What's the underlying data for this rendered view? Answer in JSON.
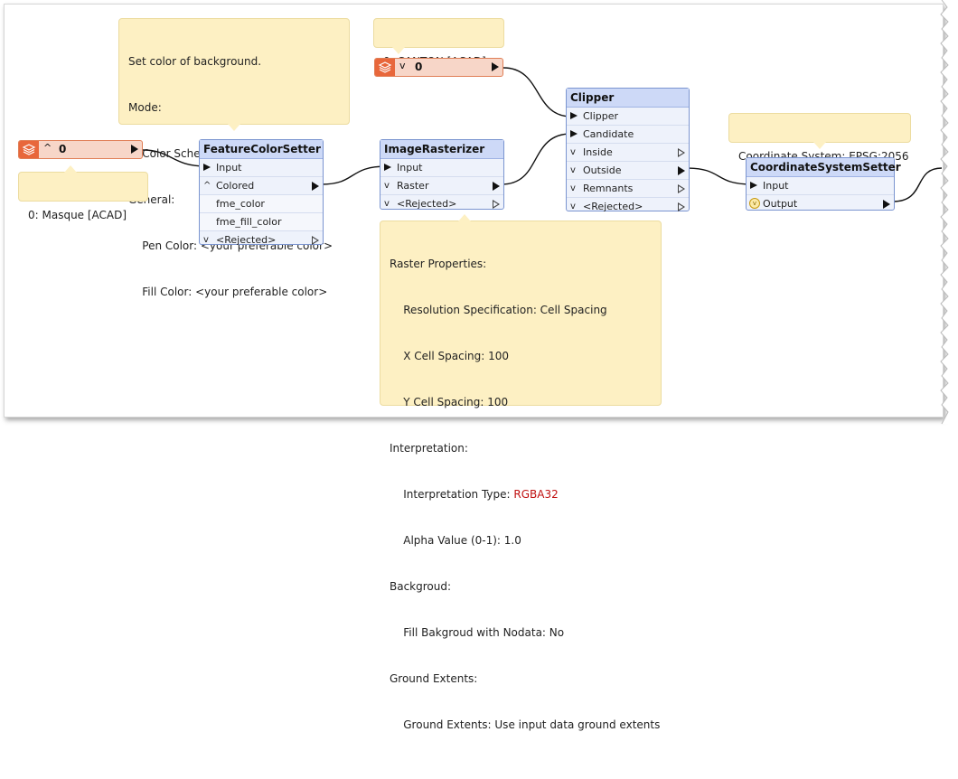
{
  "notes": {
    "color_note": [
      "Set color of background.",
      "Mode:",
      "    Color Scheme: Fixed",
      "General:",
      "    Pen Color: <your preferable color>",
      "    Fill Color: <your preferable color>"
    ],
    "canton_note": "0: CANTON [ACAD]",
    "masque_note": "0: Masque [ACAD]",
    "coord_note": "Coordinate System: EPSG:2056",
    "raster_note": {
      "lines_before": [
        "Raster Properties:",
        "    Resolution Specification: Cell Spacing",
        "    X Cell Spacing: 100",
        "    Y Cell Spacing: 100",
        "Interpretation:"
      ],
      "interp_label": "    Interpretation Type: ",
      "interp_value": "RGBA32",
      "lines_after": [
        "    Alpha Value (0-1): 1.0",
        "Backgroud:",
        "    Fill Bakgroud with Nodata: No",
        "Ground Extents:",
        "    Ground Extents: Use input data ground extents"
      ]
    }
  },
  "readers": {
    "masque": {
      "chevron": "^",
      "value": "0"
    },
    "canton": {
      "chevron": "v",
      "value": "0"
    }
  },
  "transformers": {
    "featurecolorsetter": {
      "title": "FeatureColorSetter",
      "input": "Input",
      "output": "Colored",
      "attrs": [
        "fme_color",
        "fme_fill_color"
      ],
      "rejected": "<Rejected>"
    },
    "imagerasterizer": {
      "title": "ImageRasterizer",
      "input": "Input",
      "output": "Raster",
      "rejected": "<Rejected>"
    },
    "clipper": {
      "title": "Clipper",
      "inputs": [
        "Clipper",
        "Candidate"
      ],
      "outputs": [
        "Inside",
        "Outside",
        "Remnants",
        "<Rejected>"
      ]
    },
    "coordsetter": {
      "title": "CoordinateSystemSetter",
      "input": "Input",
      "output": "Output"
    }
  },
  "colors": {
    "reader_fill": "#f7d6c8",
    "reader_border": "#e07f57",
    "transformer_title": "#cdd9f7",
    "note_fill": "#fdf0c3",
    "highlight_text": "#c01010"
  }
}
